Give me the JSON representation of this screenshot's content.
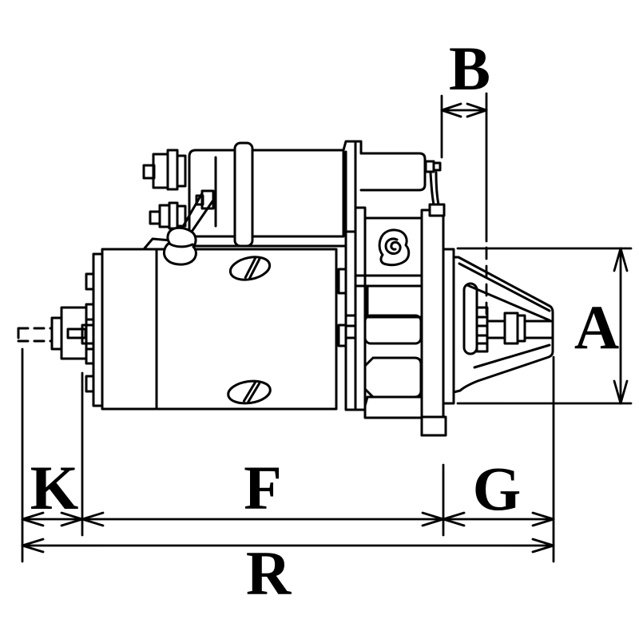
{
  "diagram": {
    "subject": "starter-motor-side-view-technical-drawing",
    "background_color": "#ffffff",
    "line_color": "#000000",
    "labels": {
      "top_width": "B",
      "right_height": "A",
      "bottom_segment_left": "K",
      "bottom_segment_middle": "F",
      "bottom_segment_right": "G",
      "bottom_overall": "R"
    }
  }
}
